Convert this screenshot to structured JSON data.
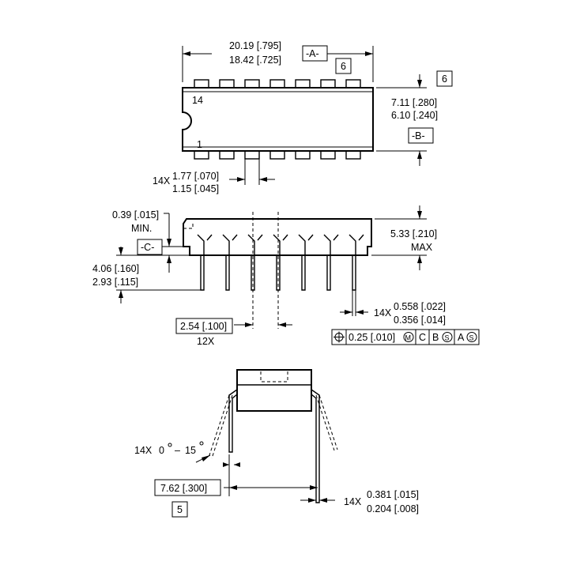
{
  "top_view": {
    "length_max": "20.19 [.795]",
    "length_min": "18.42 [.725]",
    "datum_a": "-A-",
    "note_6a": "6",
    "note_6b": "6",
    "pin14_label": "14",
    "pin1_label": "1",
    "width_max": "7.11 [.280]",
    "width_min": "6.10 [.240]",
    "datum_b": "-B-",
    "lead_width_qty": "14X",
    "lead_width_max": "1.77 [.070]",
    "lead_width_min": "1.15 [.045]"
  },
  "side_view": {
    "standoff": "0.39 [.015]",
    "standoff_min": "MIN.",
    "datum_c": "-C-",
    "seat_max": "4.06 [.160]",
    "seat_min": "2.93 [.115]",
    "height": "5.33 [.210]",
    "height_max": "MAX",
    "pitch": "2.54 [.100]",
    "pitch_qty": "12X",
    "pin_width_qty": "14X",
    "pin_width_max": "0.558 [.022]",
    "pin_width_min": "0.356 [.014]",
    "tolerance_frame": {
      "tolerance": "0.25 [.010]",
      "modifier": "M",
      "datum_c": "C",
      "datum_b": "B",
      "datum_b_mod": "S",
      "datum_a": "A",
      "datum_a_mod": "S"
    }
  },
  "end_view": {
    "angle_qty": "14X",
    "angle_min": "0",
    "angle_dash": "–",
    "angle_max": "15",
    "row_spacing": "7.62 [.300]",
    "note_5": "5",
    "thickness_qty": "14X",
    "thickness_max": "0.381 [.015]",
    "thickness_min": "0.204 [.008]"
  },
  "icons": [
    "position-tolerance-icon",
    "mmc-modifier-icon",
    "rfs-modifier-icon"
  ]
}
